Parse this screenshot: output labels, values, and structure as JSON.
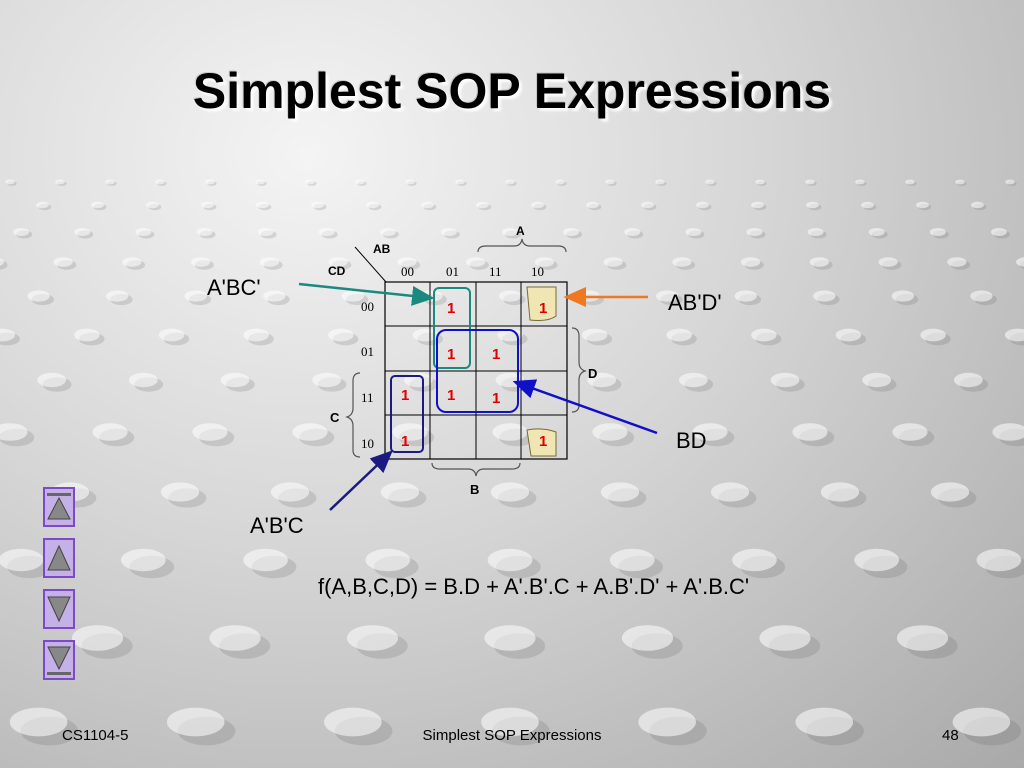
{
  "slide": {
    "title": "Simplest SOP Expressions",
    "equation": "f(A,B,C,D) = B.D + A'.B'.C + A.B'.D' + A'.B.C'"
  },
  "kmap": {
    "corner_row_var": "AB",
    "corner_col_var": "CD",
    "col_headers": [
      "00",
      "01",
      "11",
      "10"
    ],
    "row_headers": [
      "00",
      "01",
      "11",
      "10"
    ],
    "cells": [
      [
        "",
        "1",
        "",
        "1"
      ],
      [
        "",
        "1",
        "1",
        ""
      ],
      [
        "1",
        "1",
        "1",
        ""
      ],
      [
        "1",
        "",
        "",
        "1"
      ]
    ],
    "brace_labels": {
      "a": "A",
      "b": "B",
      "c": "C",
      "d": "D"
    }
  },
  "groups": {
    "abc_prime": {
      "label": "A'BC'",
      "color": "#1a8a80"
    },
    "ab_prime_d_prime": {
      "label": "AB'D'",
      "color": "#f07820"
    },
    "bd": {
      "label": "BD",
      "color": "#1010c8"
    },
    "a_prime_b_prime_c": {
      "label": "A'B'C",
      "color": "#1a1a80"
    }
  },
  "colors": {
    "one_value": "#e00000",
    "corner_fill": "#f0e6b4",
    "nav_button": "#c6b0e8"
  },
  "footer": {
    "left": "CS1104-5",
    "center": "Simplest SOP Expressions",
    "page": "48"
  },
  "nav": [
    "first-slide-icon",
    "previous-slide-icon",
    "next-slide-icon",
    "last-slide-icon"
  ]
}
